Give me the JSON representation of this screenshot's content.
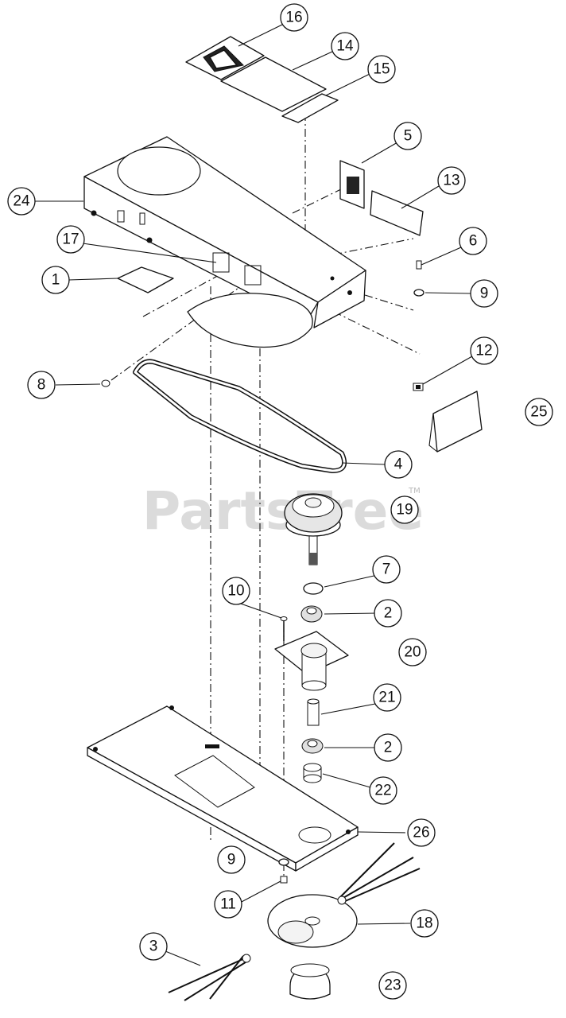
{
  "watermark": {
    "text": "PartsTree",
    "trademark": "TM"
  },
  "callouts": [
    {
      "id": "c16",
      "label": "16"
    },
    {
      "id": "c14",
      "label": "14"
    },
    {
      "id": "c15",
      "label": "15"
    },
    {
      "id": "c5",
      "label": "5"
    },
    {
      "id": "c13",
      "label": "13"
    },
    {
      "id": "c24",
      "label": "24"
    },
    {
      "id": "c17",
      "label": "17"
    },
    {
      "id": "c6",
      "label": "6"
    },
    {
      "id": "c1",
      "label": "1"
    },
    {
      "id": "c9a",
      "label": "9"
    },
    {
      "id": "c12",
      "label": "12"
    },
    {
      "id": "c8",
      "label": "8"
    },
    {
      "id": "c25",
      "label": "25"
    },
    {
      "id": "c4",
      "label": "4"
    },
    {
      "id": "c19",
      "label": "19"
    },
    {
      "id": "c7",
      "label": "7"
    },
    {
      "id": "c10",
      "label": "10"
    },
    {
      "id": "c2a",
      "label": "2"
    },
    {
      "id": "c20",
      "label": "20"
    },
    {
      "id": "c21",
      "label": "21"
    },
    {
      "id": "c2b",
      "label": "2"
    },
    {
      "id": "c22",
      "label": "22"
    },
    {
      "id": "c26",
      "label": "26"
    },
    {
      "id": "c9b",
      "label": "9"
    },
    {
      "id": "c11",
      "label": "11"
    },
    {
      "id": "c18",
      "label": "18"
    },
    {
      "id": "c3",
      "label": "3"
    },
    {
      "id": "c23",
      "label": "23"
    }
  ]
}
